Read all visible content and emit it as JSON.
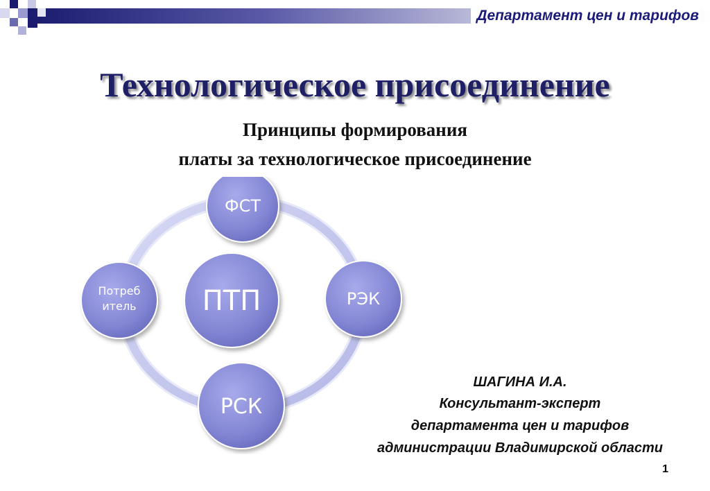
{
  "header": {
    "department": "Департамент цен и тарифов"
  },
  "title": {
    "main": "Технологическое присоединение",
    "sub_line1": "Принципы формирования",
    "sub_line2": "платы за технологическое присоединение"
  },
  "diagram": {
    "center": "ПТП",
    "nodes": {
      "top": "ФСТ",
      "right": "РЭК",
      "bottom": "РСК",
      "left_line1": "Потреб",
      "left_line2": "итель"
    }
  },
  "author": {
    "name": "ШАГИНА И.А.",
    "position": "Консультант-эксперт",
    "department": "департамента цен и тарифов",
    "administration": "администрации Владимирской области"
  },
  "page_number": "1",
  "colors": {
    "title": "#1f1f66",
    "header_text": "#1b1b7a",
    "node_fill": "#8c8ed8",
    "ring": "#b8bce8"
  }
}
